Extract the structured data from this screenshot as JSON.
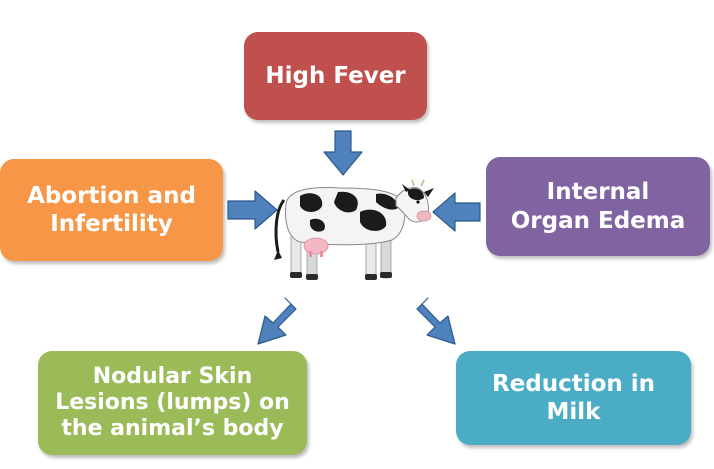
{
  "nodes": {
    "fever": {
      "lines": [
        "High Fever"
      ],
      "color": "#c0504d"
    },
    "abortion": {
      "lines": [
        "Abortion and",
        "Infertility"
      ],
      "color": "#f79646"
    },
    "edema": {
      "lines": [
        "Internal",
        "Organ Edema"
      ],
      "color": "#8064a2"
    },
    "nodular": {
      "lines": [
        "Nodular Skin",
        "Lesions (lumps) on",
        "the animal’s body"
      ],
      "color": "#9bbb59"
    },
    "milk": {
      "lines": [
        "Reduction in",
        "Milk"
      ],
      "color": "#4bacc6"
    }
  },
  "colors": {
    "arrow_fill": "#4f81bd",
    "arrow_stroke": "#2c5a8c"
  },
  "icons": {
    "center": "cow-icon"
  }
}
